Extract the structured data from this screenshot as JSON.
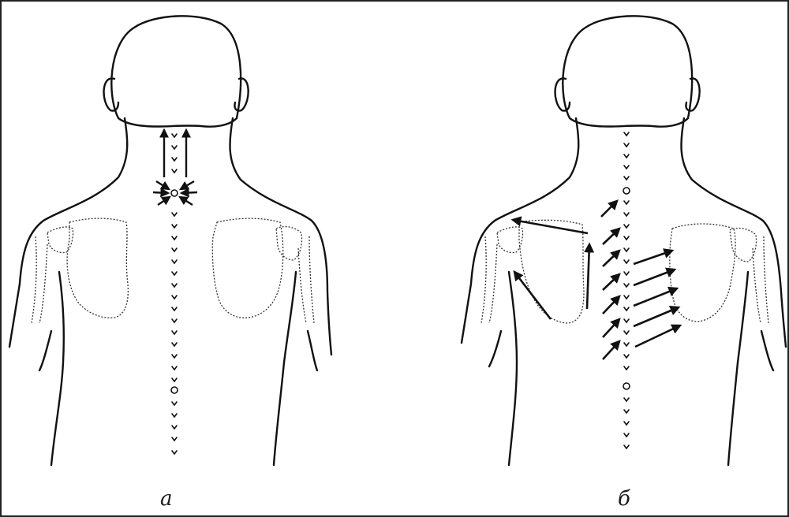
{
  "figure": {
    "panels": [
      {
        "id": "a",
        "label": "а",
        "description_type": "back view with arrows at neck"
      },
      {
        "id": "b",
        "label": "б",
        "description_type": "back view with arrows along spine and shoulder blade"
      }
    ]
  },
  "colors": {
    "line": "#111111",
    "background": "#ffffff",
    "frame": "#222222"
  }
}
